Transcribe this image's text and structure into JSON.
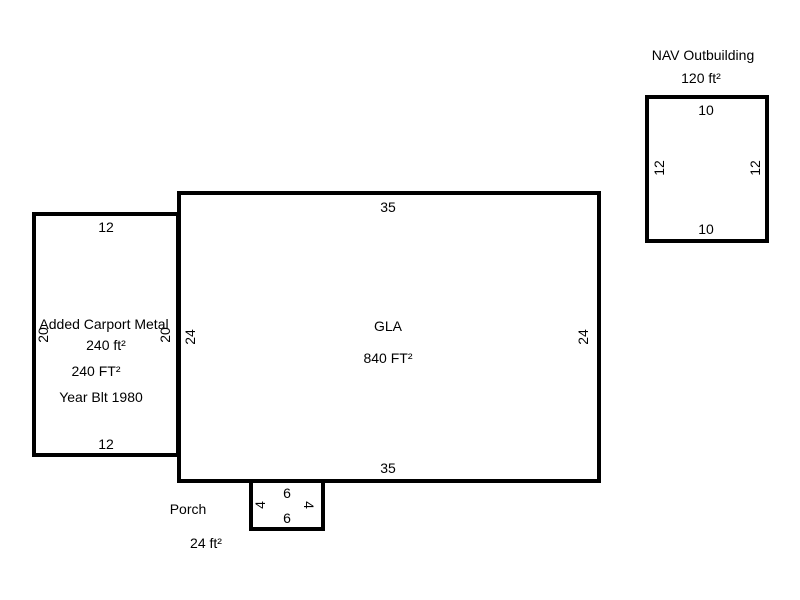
{
  "gla": {
    "label": "GLA",
    "area": "840 FT²",
    "top": "35",
    "bottom": "35",
    "left": "24",
    "right": "24"
  },
  "carport": {
    "label": "Added Carport Metal",
    "area_ft": "240 ft²",
    "area_FT": "240 FT²",
    "year": "Year Blt 1980",
    "top": "12",
    "bottom": "12",
    "left": "20",
    "right": "20"
  },
  "porch": {
    "label": "Porch",
    "area": "24 ft²",
    "top": "6",
    "bottom": "6",
    "left": "4",
    "right": "4"
  },
  "outbuilding": {
    "label": "NAV Outbuilding",
    "area": "120 ft²",
    "top": "10",
    "bottom": "10",
    "left": "12",
    "right": "12"
  }
}
